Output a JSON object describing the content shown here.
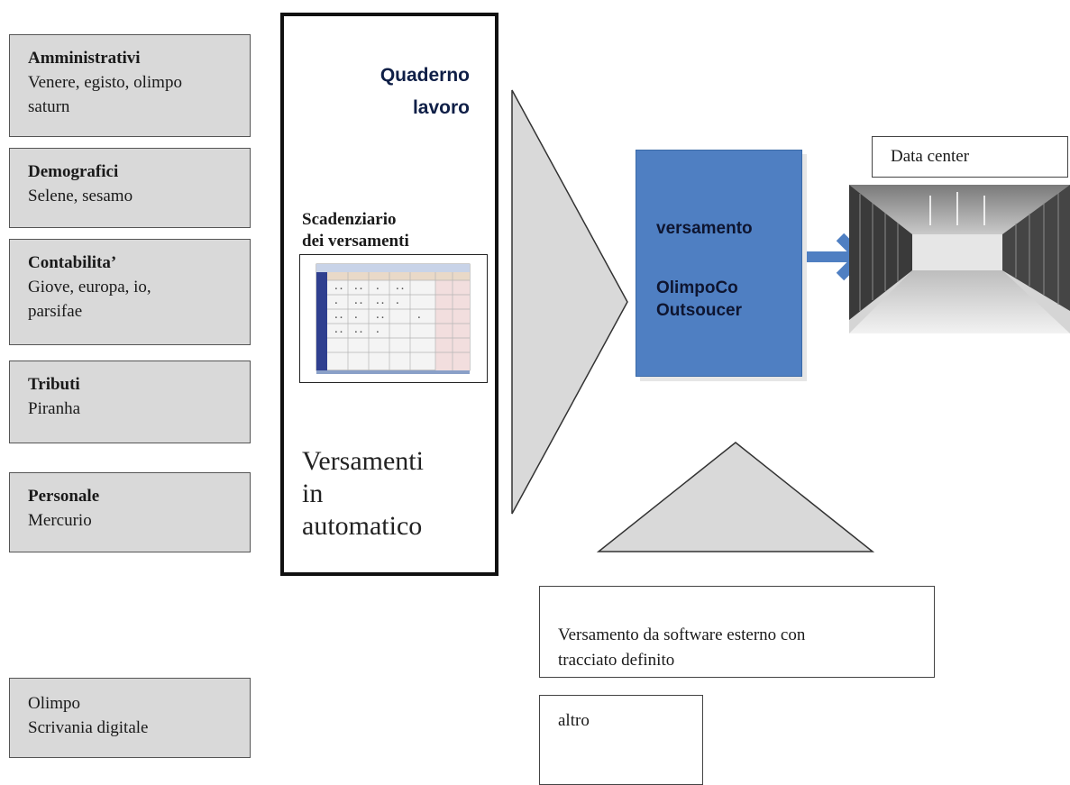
{
  "categories": [
    {
      "title": "Amministrativi",
      "lines": [
        "Venere, egisto, olimpo",
        "saturn"
      ]
    },
    {
      "title": "Demografici",
      "lines": [
        "Selene, sesamo"
      ]
    },
    {
      "title": "Contabilita’",
      "lines": [
        "Giove, europa, io,",
        "parsifae"
      ]
    },
    {
      "title": "Tributi",
      "lines": [
        "Piranha"
      ]
    },
    {
      "title": "Personale",
      "lines": [
        "Mercurio"
      ]
    }
  ],
  "olimpo": {
    "line1": "Olimpo",
    "line2": "Scrivania digitale"
  },
  "quaderno": {
    "title_line1": "Quaderno",
    "title_line2": "lavoro",
    "scadenziario_line1": "Scadenziario",
    "scadenziario_line2": "dei versamenti",
    "auto_line1": "Versamenti",
    "auto_line2": "in",
    "auto_line3": "automatico"
  },
  "versamento": {
    "line1": "versamento",
    "line2": "OlimpoCo",
    "line3": "Outsoucer"
  },
  "datacenter": {
    "label": "Data center"
  },
  "esterno": {
    "line1": "Versamento da software esterno con",
    "line2": "tracciato definito"
  },
  "altro": {
    "label": "altro"
  },
  "colors": {
    "gray_box": "#d9d9d9",
    "blue_box": "#4f7fc2",
    "triangle": "#d9d9d9",
    "arrow": "#4f7fc2",
    "title_navy": "#0f1f47"
  }
}
